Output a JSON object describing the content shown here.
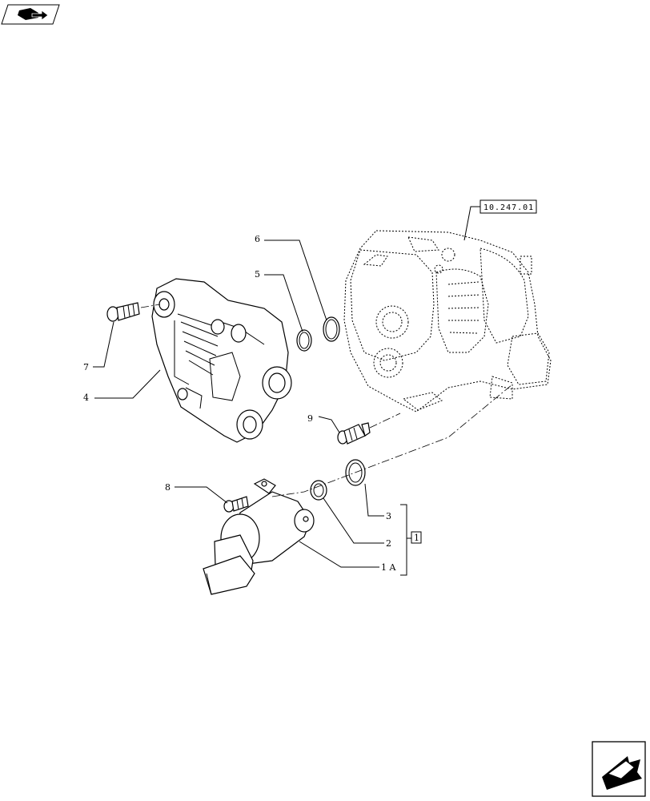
{
  "callouts": {
    "c1": "1",
    "c1a": "1 A",
    "c2": "2",
    "c3": "3",
    "c4": "4",
    "c5": "5",
    "c6": "6",
    "c7": "7",
    "c8": "8",
    "c9": "9"
  },
  "reference": "10.247.01",
  "icons": {
    "top_left": "book-nav-icon",
    "bottom_right": "next-page-arrow-icon"
  }
}
